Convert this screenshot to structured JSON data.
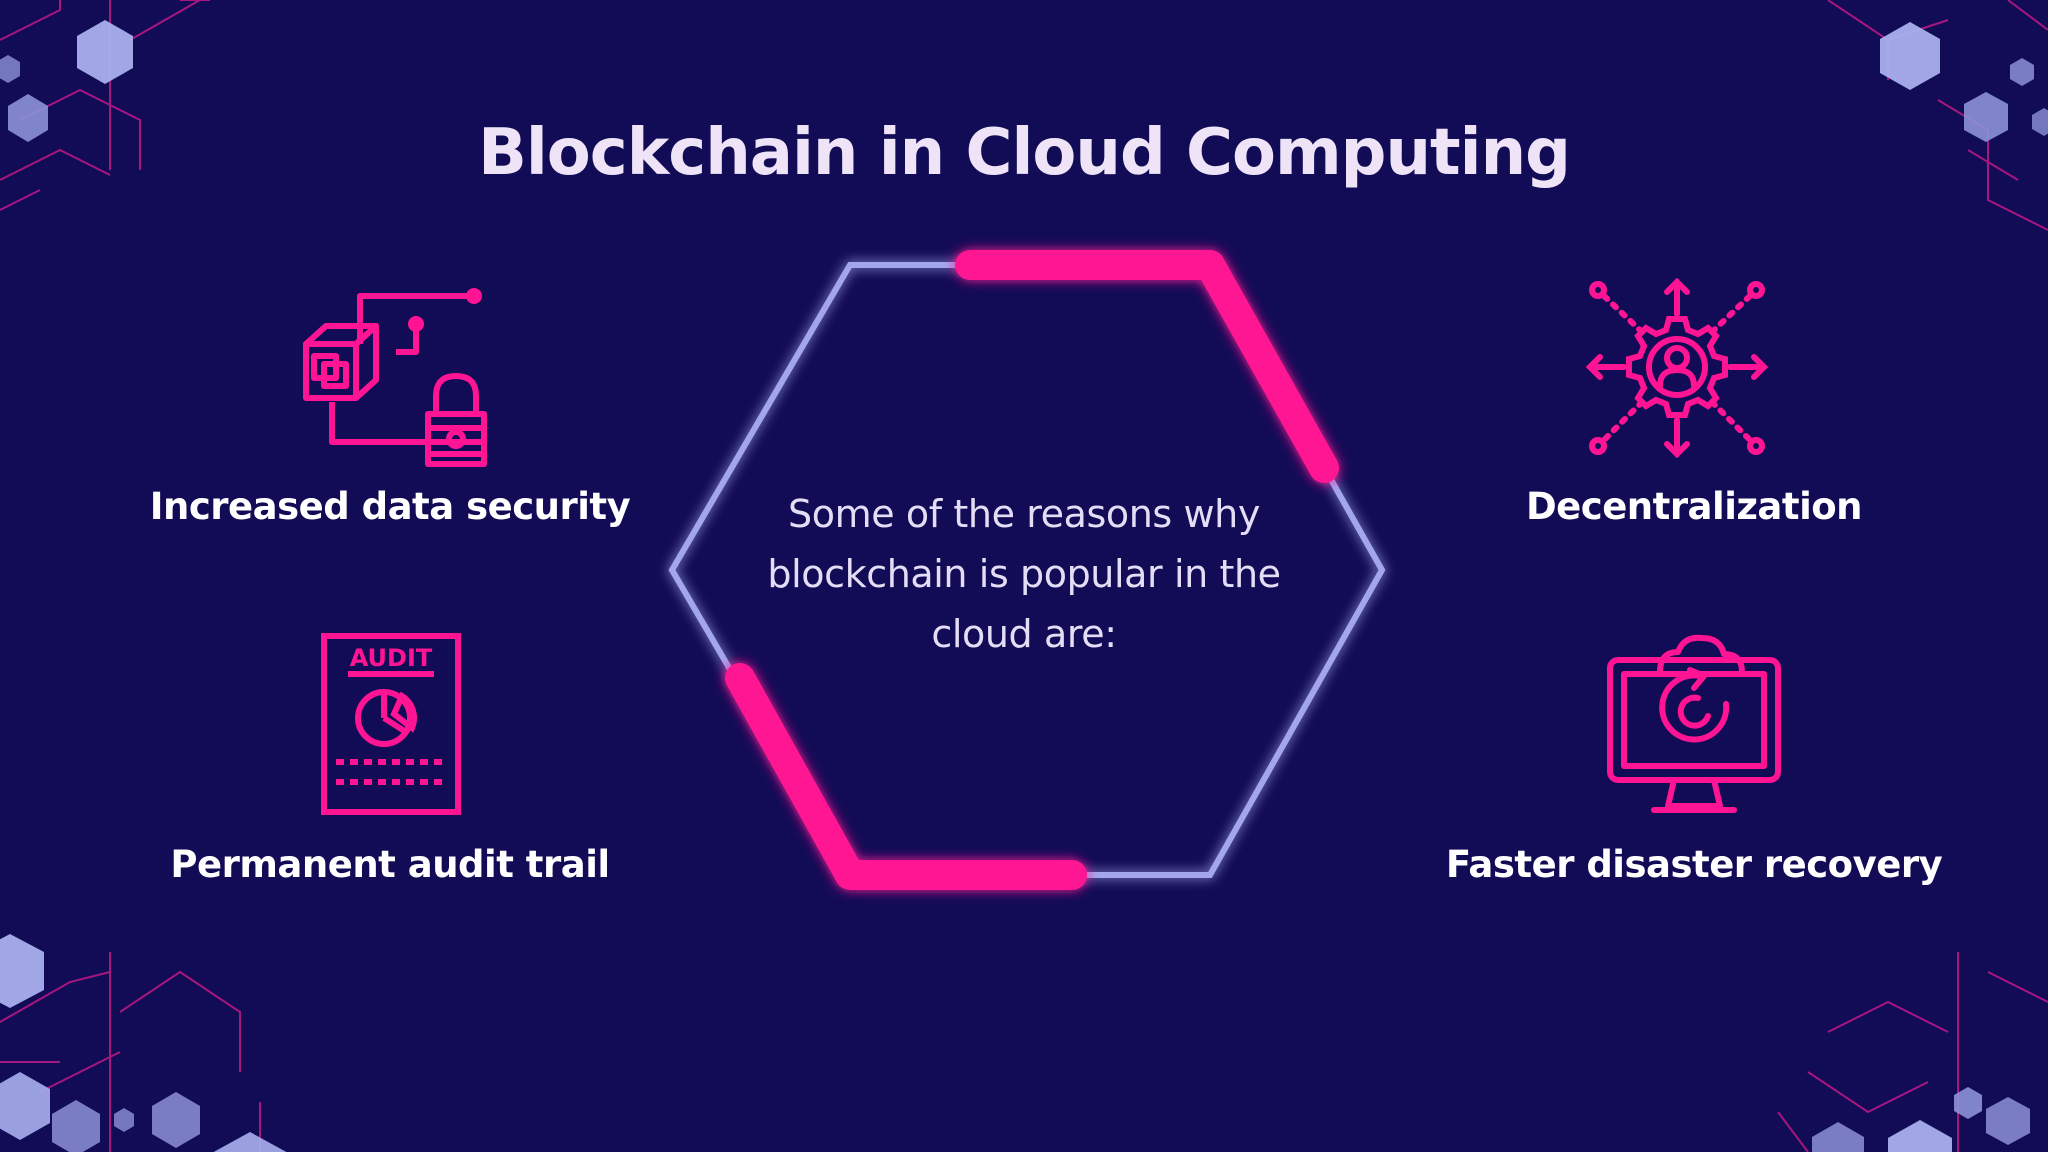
{
  "slide": {
    "title": "Blockchain in Cloud Computing",
    "center_text": "Some of the reasons why blockchain is popular in the cloud are:"
  },
  "reasons": [
    {
      "label": "Increased data security",
      "icon": "blockchain-lock-icon"
    },
    {
      "label": "Decentralization",
      "icon": "decentralized-network-gear-icon"
    },
    {
      "label": "Permanent audit trail",
      "icon": "audit-document-icon"
    },
    {
      "label": "Faster disaster recovery",
      "icon": "monitor-cloud-recovery-icon"
    }
  ],
  "colors": {
    "background": "#120b55",
    "accent_pink": "#ff1493",
    "hex_outline": "#a3a6ee",
    "title": "#efe4f7"
  }
}
